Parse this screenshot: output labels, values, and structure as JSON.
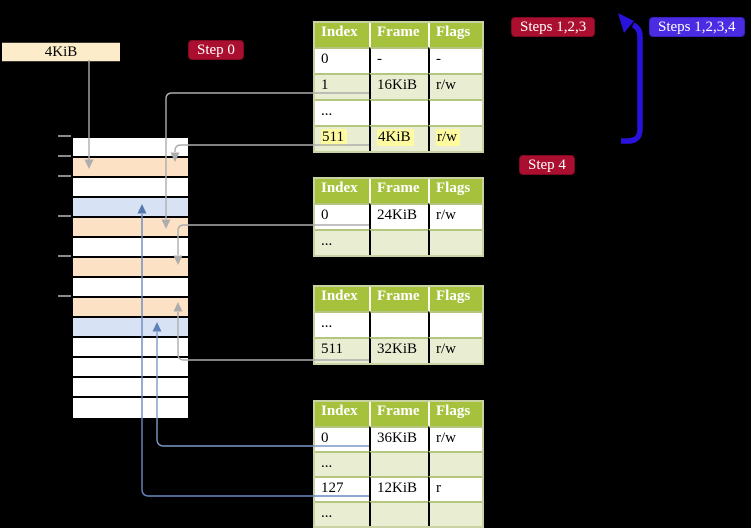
{
  "diagram_title": "page-table-translation-steps",
  "cr3_box": {
    "label": "4KiB"
  },
  "step_labels": {
    "step0": "Step 0",
    "steps123": "Steps 1,2,3",
    "steps1234": "Steps 1,2,3,4",
    "step4": "Step 4"
  },
  "tables": [
    {
      "name": "page-table-at-4kib",
      "headers": [
        "Index",
        "Frame",
        "Flags"
      ],
      "rows": [
        {
          "cells": [
            "0",
            "-",
            "-"
          ],
          "shade": "white",
          "highlight": false
        },
        {
          "cells": [
            "1",
            "16KiB",
            "r/w"
          ],
          "shade": "green",
          "highlight": false
        },
        {
          "cells": [
            "...",
            "",
            ""
          ],
          "shade": "white",
          "highlight": false
        },
        {
          "cells": [
            "511",
            "4KiB",
            "r/w"
          ],
          "shade": "green",
          "highlight": true
        }
      ]
    },
    {
      "name": "page-table-at-16kib",
      "headers": [
        "Index",
        "Frame",
        "Flags"
      ],
      "rows": [
        {
          "cells": [
            "0",
            "24KiB",
            "r/w"
          ],
          "shade": "white",
          "highlight": false
        },
        {
          "cells": [
            "...",
            "",
            ""
          ],
          "shade": "green",
          "highlight": false
        }
      ]
    },
    {
      "name": "page-table-at-24kib",
      "headers": [
        "Index",
        "Frame",
        "Flags"
      ],
      "rows": [
        {
          "cells": [
            "...",
            "",
            ""
          ],
          "shade": "white",
          "highlight": false
        },
        {
          "cells": [
            "511",
            "32KiB",
            "r/w"
          ],
          "shade": "green",
          "highlight": false
        }
      ]
    },
    {
      "name": "page-table-at-32kib",
      "headers": [
        "Index",
        "Frame",
        "Flags"
      ],
      "rows": [
        {
          "cells": [
            "0",
            "36KiB",
            "r/w"
          ],
          "shade": "white",
          "highlight": false
        },
        {
          "cells": [
            "...",
            "",
            ""
          ],
          "shade": "green",
          "highlight": false
        },
        {
          "cells": [
            "127",
            "12KiB",
            "r"
          ],
          "shade": "white",
          "highlight": false
        },
        {
          "cells": [
            "...",
            "",
            ""
          ],
          "shade": "green",
          "highlight": false
        }
      ]
    }
  ],
  "memory_strip": {
    "row_types": [
      "free",
      "page-table",
      "free",
      "mapped-page",
      "page-table",
      "free",
      "page-table",
      "free",
      "page-table",
      "mapped-page",
      "free",
      "free",
      "free",
      "free"
    ]
  },
  "colors": {
    "background": "#000000",
    "table_header_green": "#a6c23d",
    "table_row_green": "#e9eed3",
    "highlight_yellow": "#fdfaa0",
    "memory_page_table_peach": "#fce1c4",
    "memory_mapped_page_blue": "#d7e3f5",
    "step_label_crimson": "#ab0f2f",
    "steps1234_label_blue": "#4b2ce2",
    "big_arrow_blue": "#2912dc",
    "connector_gray": "#adadad",
    "connector_blue_light": "#7d99c7",
    "connector_blue_dark": "#6b89c0"
  }
}
